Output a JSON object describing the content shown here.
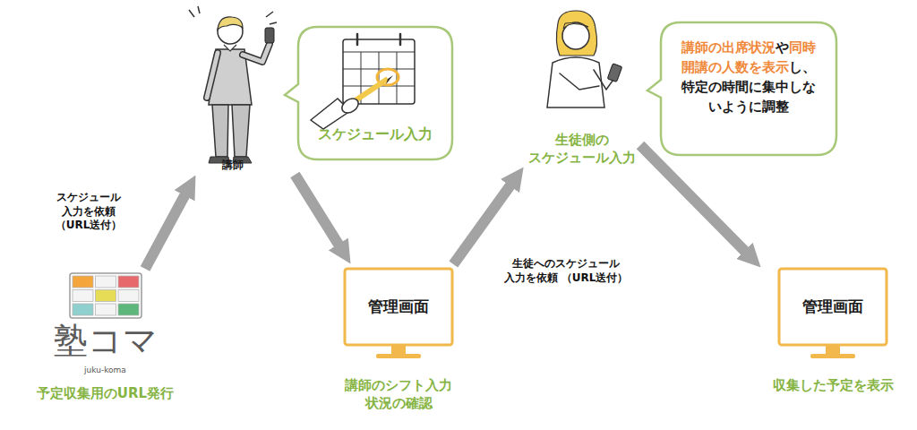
{
  "diagram": {
    "nodes": [
      {
        "text": [
          "塾コマ",
          "juku-koma",
          "予定収集用のURL発行"
        ]
      },
      {
        "text": [
          "講師"
        ]
      },
      {
        "text": [
          "スケジュール入力"
        ]
      },
      {
        "text": [
          "管理画面",
          "講師のシフト入力 状況の確認"
        ]
      },
      {
        "text": [
          "生徒側の スケジュール入力"
        ]
      },
      {
        "text": [
          "講師の出席状況",
          "や",
          "同時開講の人数を表示",
          "し、特定の時間に集中しないように調整"
        ]
      },
      {
        "text": [
          "管理画面",
          "収集した予定を表示"
        ]
      }
    ],
    "edges": [
      {
        "from": 0,
        "to": 1,
        "arrow": "to",
        "label": "スケジュール 入力を依頼 （URL送付）"
      },
      {
        "from": 1,
        "to": 3,
        "arrow": "to"
      },
      {
        "from": 3,
        "to": 4,
        "arrow": "to",
        "label": "生徒へのスケジュール 入力を依頼 （URL送付）"
      },
      {
        "from": 4,
        "to": 6,
        "arrow": "to"
      }
    ]
  }
}
